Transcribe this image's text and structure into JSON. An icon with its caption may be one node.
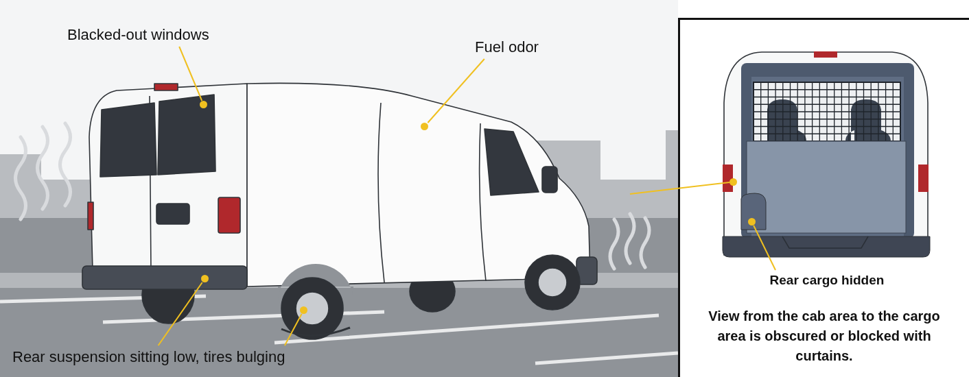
{
  "diagram": {
    "nodes": [
      {
        "text": [
          "Blacked-out windows"
        ]
      },
      {
        "text": [],
        "shape": "circle"
      },
      {
        "text": [
          "Fuel odor"
        ]
      },
      {
        "text": [],
        "shape": "circle"
      },
      {
        "text": [
          "Rear suspension sitting low, tires bulging"
        ]
      },
      {
        "text": [],
        "shape": "circle"
      },
      {
        "text": [],
        "shape": "circle"
      },
      {
        "text": [
          "View from the cab area to the cargo area is obscured or blocked with curtains."
        ]
      },
      {
        "text": [],
        "shape": "circle",
        "in": 7
      },
      {
        "text": [
          "Rear cargo hidden"
        ],
        "in": 7
      },
      {
        "text": [],
        "shape": "circle",
        "in": 7
      }
    ],
    "edges": [
      {
        "from": 0,
        "to": 1,
        "arrow": "none"
      },
      {
        "from": 2,
        "to": 3,
        "arrow": "none"
      },
      {
        "from": 4,
        "to": 5,
        "arrow": "none"
      },
      {
        "from": 4,
        "to": 6,
        "arrow": "none"
      },
      {
        "from": null,
        "to": 8,
        "arrow": "none"
      },
      {
        "from": 9,
        "to": 10,
        "arrow": "none"
      }
    ]
  }
}
